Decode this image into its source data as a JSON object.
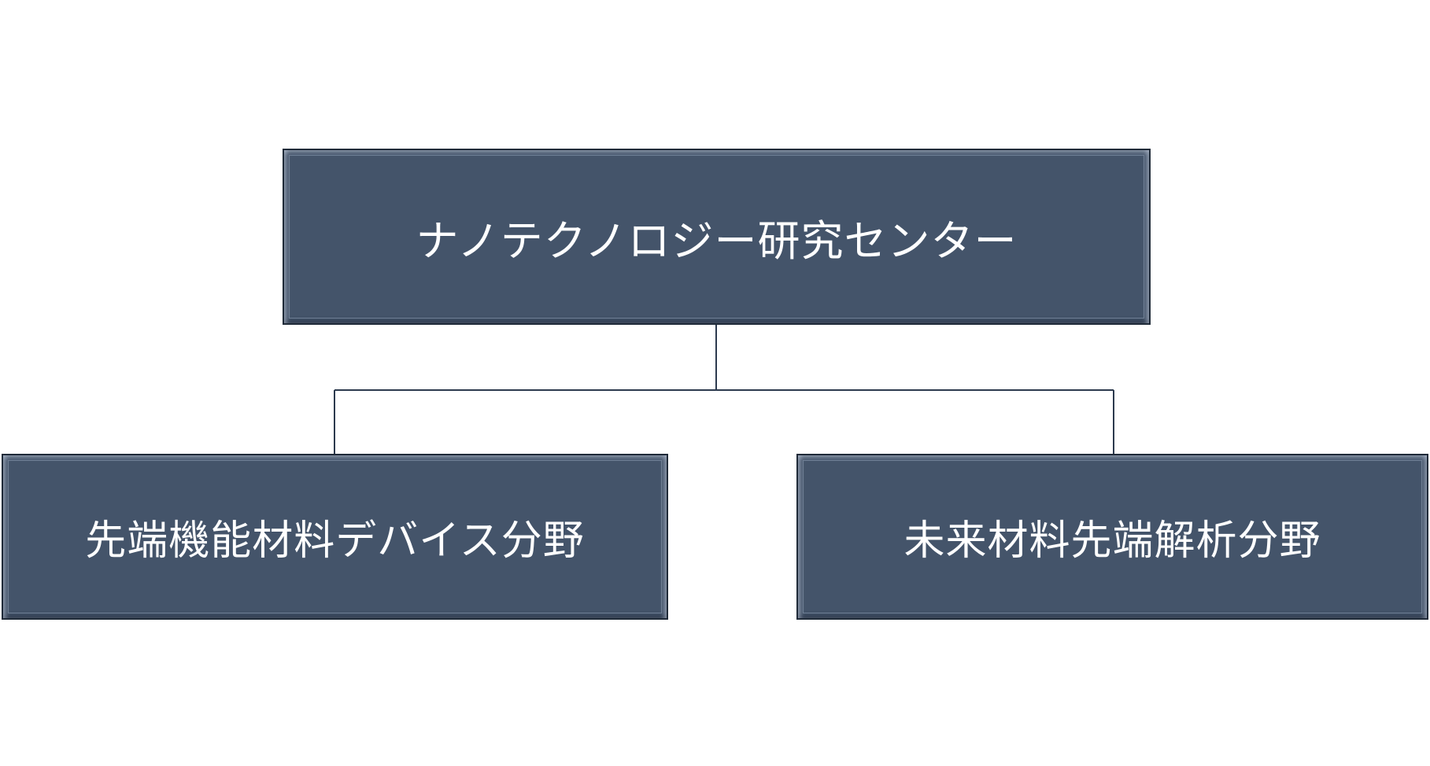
{
  "diagram": {
    "type": "org-chart",
    "root": {
      "label": "ナノテクノロジー研究センター"
    },
    "children": [
      {
        "label": "先端機能材料デバイス分野"
      },
      {
        "label": "未来材料先端解析分野"
      }
    ],
    "colors": {
      "box_fill": "#44546a",
      "box_border": "#1f2a38",
      "connector": "#44546a",
      "text": "#ffffff",
      "background": "#ffffff"
    }
  }
}
